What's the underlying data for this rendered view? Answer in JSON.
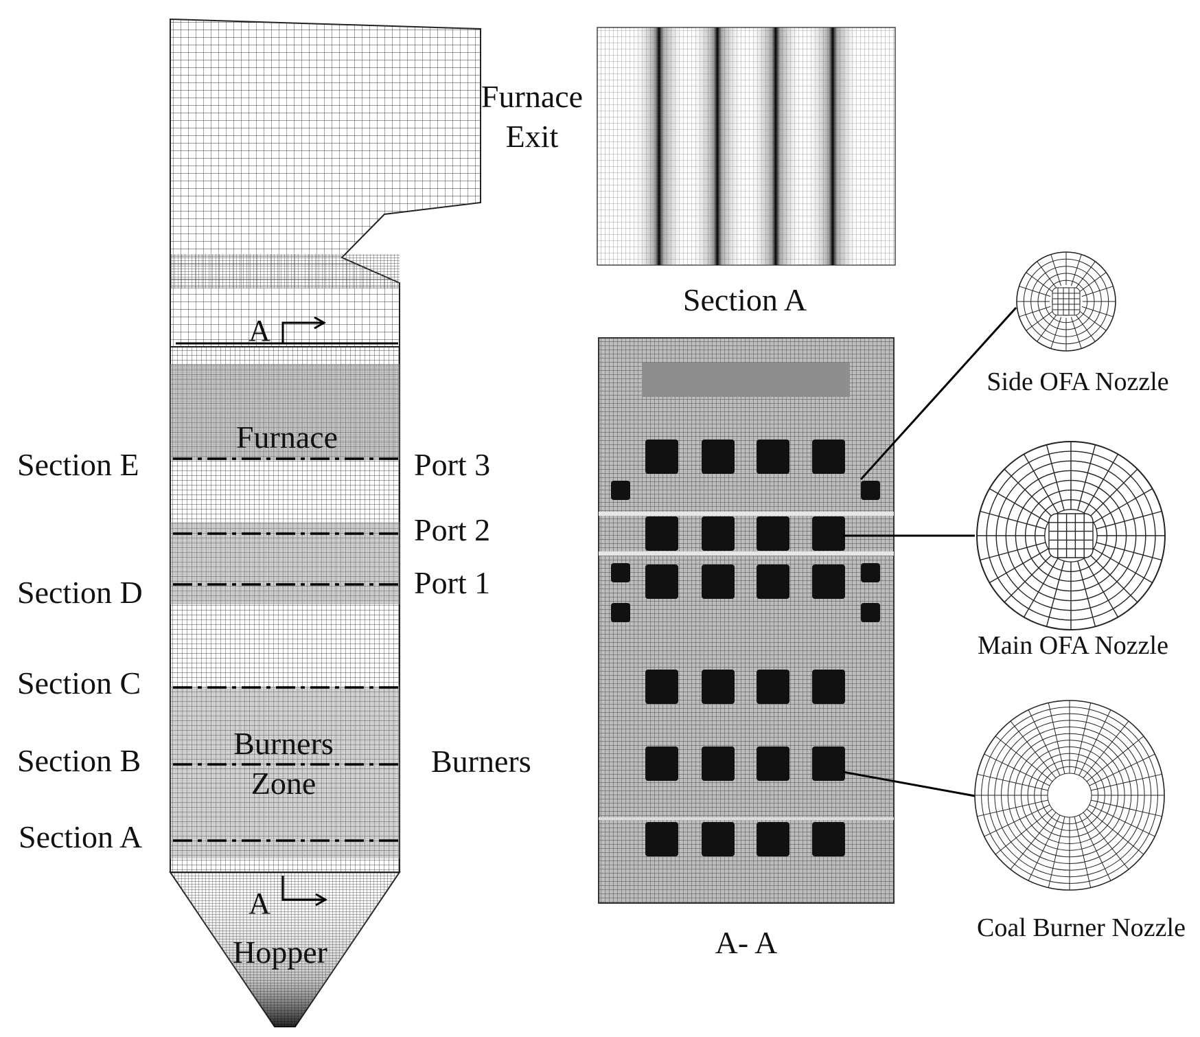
{
  "furnace": {
    "furnace_exit": [
      "Furnace",
      "Exit"
    ],
    "cut_marker_letter": "A",
    "furnace_label": "Furnace",
    "burners_zone": [
      "Burners",
      "Zone"
    ],
    "hopper_label": "Hopper",
    "section_labels": [
      "Section E",
      "Section D",
      "Section C",
      "Section B",
      "Section A"
    ],
    "port_labels": [
      "Port 3",
      "Port 2",
      "Port 1"
    ],
    "burners_label": "Burners"
  },
  "section_a_view": {
    "caption": "Section A"
  },
  "aa_view": {
    "caption": "A- A"
  },
  "nozzles": {
    "side_ofa": "Side OFA Nozzle",
    "main_ofa": "Main OFA Nozzle",
    "coal_burner": "Coal Burner Nozzle"
  },
  "colors": {
    "mesh_line": "#3a3a3a",
    "dense_block": "#111111",
    "background": "#ffffff"
  }
}
